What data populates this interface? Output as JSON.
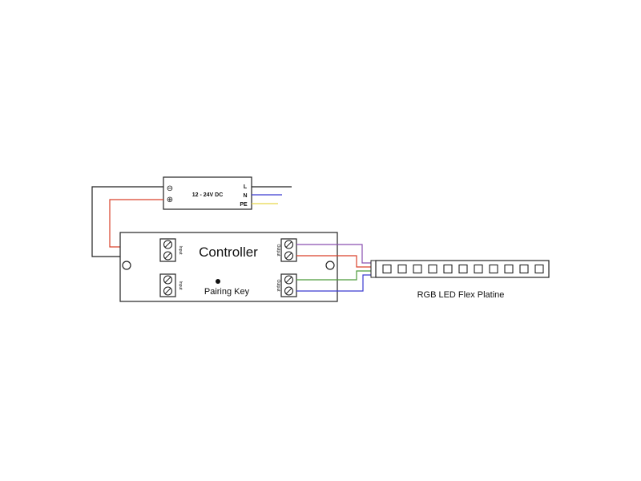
{
  "power_supply": {
    "label": "12 - 24V DC",
    "minus_symbol": "⊖",
    "plus_symbol": "⊕",
    "terminals": [
      "L",
      "N",
      "PE"
    ]
  },
  "controller": {
    "title": "Controller",
    "pairing_label": "Pairing Key",
    "input_label": "Input",
    "output_label": "Output"
  },
  "led_strip": {
    "label": "RGB LED Flex Platine",
    "led_count": 11
  },
  "colors": {
    "black": "#222222",
    "red": "#d9402a",
    "blue": "#3a3ad0",
    "yellow": "#e8d84a",
    "purple": "#8a4fb0",
    "green": "#4c9a3a"
  }
}
